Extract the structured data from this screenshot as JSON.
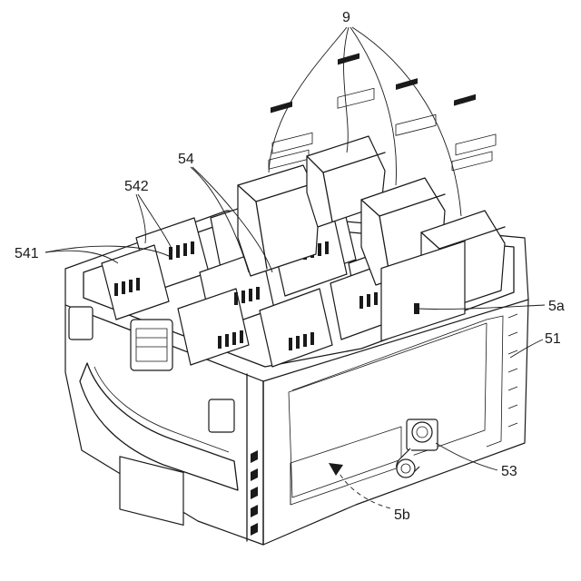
{
  "labels": {
    "battery": "9",
    "holder": "54",
    "holder_part_542": "542",
    "holder_part_541": "541",
    "opening": "5a",
    "case": "51",
    "connector": "53",
    "space": "5b"
  }
}
